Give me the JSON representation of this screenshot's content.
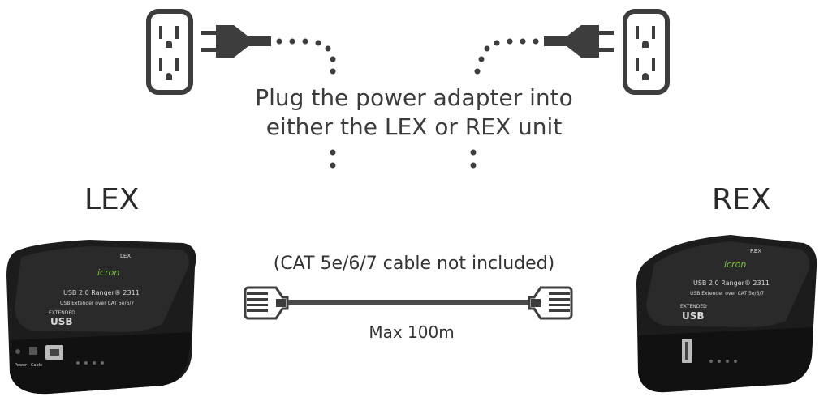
{
  "instruction": {
    "line1": "Plug the power adapter into",
    "line2": "either the LEX or REX unit"
  },
  "units": {
    "lex": {
      "label": "LEX",
      "top_label": "LEX",
      "brand": "icron",
      "model": "USB 2.0 Ranger® 2311",
      "subtitle": "USB Extender over CAT 5e/6/7",
      "logo_top": "EXTENDED",
      "logo_main": "USB",
      "port_labels": [
        "Power",
        "Cable"
      ]
    },
    "rex": {
      "label": "REX",
      "top_label": "REX",
      "brand": "icron",
      "model": "USB 2.0 Ranger® 2311",
      "subtitle": "USB Extender over CAT 5e/6/7",
      "logo_top": "EXTENDED",
      "logo_main": "USB"
    }
  },
  "cable": {
    "note": "(CAT 5e/6/7 cable not included)",
    "length": "Max 100m"
  },
  "colors": {
    "icon_gray": "#3d3d3d",
    "device_body": "#1c1c1c",
    "brand_green": "#7dc243"
  },
  "icons": [
    "power-outlet-icon",
    "power-plug-icon",
    "rj45-connector-icon"
  ]
}
